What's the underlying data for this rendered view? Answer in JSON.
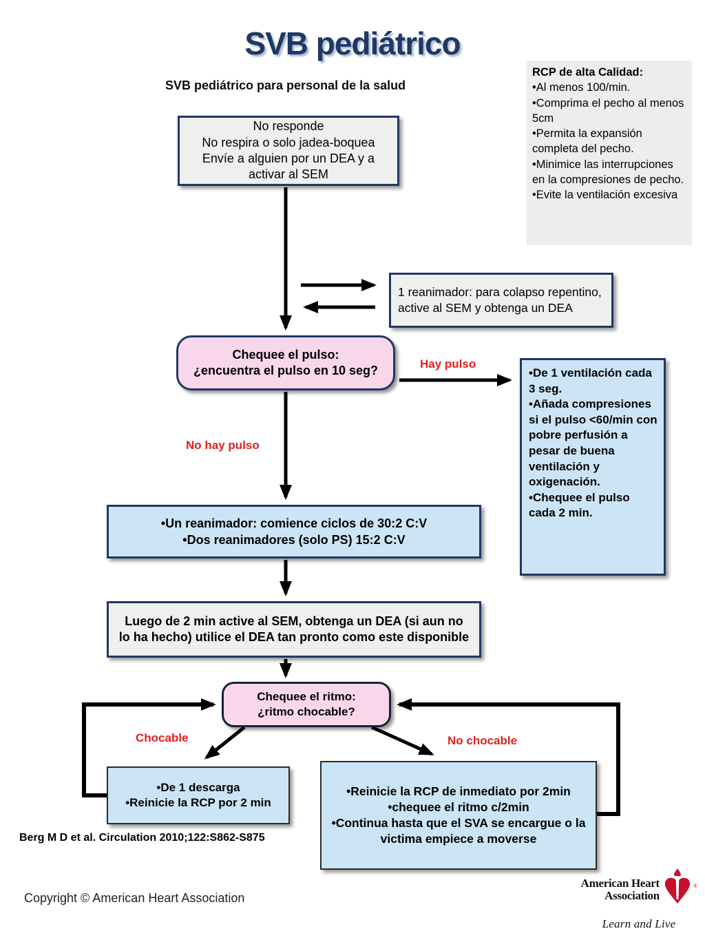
{
  "title": "SVB pediátrico",
  "subtitle": "SVB pediátrico para personal de la salud",
  "colors": {
    "navy_border": "#1F3864",
    "title_navy": "#1F3864",
    "pink_box": "#f9d7ea",
    "blue_box": "#cbe5f6",
    "gray_box": "#efefef",
    "red_label": "#E02020",
    "logo_red": "#C8102E"
  },
  "boxes": {
    "rcp_quality": {
      "title": "RCP de alta Calidad:",
      "lines": [
        "•Al menos 100/min.",
        "•Comprima el pecho al menos 5cm",
        "•Permita la expansión completa del pecho.",
        "•Minimice las interrupciones en la compresiones de pecho.",
        "•Evite la ventilación excesiva"
      ]
    },
    "start": {
      "lines": [
        "No responde",
        "No respira o solo jadea-boquea",
        "Envíe a alguien por un DEA y a activar al SEM"
      ]
    },
    "one_rescuer": {
      "text": "1 reanimador: para colapso repentino, active al SEM y obtenga un DEA"
    },
    "check_pulse": {
      "lines": [
        "Chequee el pulso:",
        "¿encuentra el pulso en 10 seg?"
      ]
    },
    "ventilation": {
      "lines": [
        "•De 1 ventilación cada 3 seg.",
        "•Añada compresiones si el pulso <60/min con pobre perfusión a pesar de buena ventilación y oxigenación.",
        "•Chequee el pulso cada 2 min."
      ]
    },
    "cycles": {
      "lines": [
        "•Un reanimador: comience ciclos de 30:2 C:V",
        "•Dos reanimadores (solo PS) 15:2 C:V"
      ]
    },
    "after2min": {
      "text": "Luego de 2 min active al SEM, obtenga un DEA (si aun no lo ha hecho) utilice el DEA tan pronto como este disponible"
    },
    "check_rhythm": {
      "lines": [
        "Chequee el ritmo:",
        "¿ritmo chocable?"
      ]
    },
    "shock": {
      "lines": [
        "•De 1 descarga",
        "•Reinicie la RCP por 2 min"
      ]
    },
    "resume": {
      "lines": [
        "•Reinicie la RCP de inmediato por 2min",
        "•chequee el ritmo c/2min",
        "•Continua hasta que el SVA se encargue o la victima empiece a moverse"
      ]
    }
  },
  "labels": {
    "hay_pulso": "Hay pulso",
    "no_hay_pulso": "No hay pulso",
    "chocable": "Chocable",
    "no_chocable": "No chocable"
  },
  "footer": {
    "citation": "Berg M D et al. Circulation 2010;122:S862-S875",
    "copyright": "Copyright © American Heart Association",
    "logo": {
      "name_line1": "American Heart",
      "name_line2": "Association",
      "registered_mark": "®",
      "tagline": "Learn and Live"
    }
  }
}
